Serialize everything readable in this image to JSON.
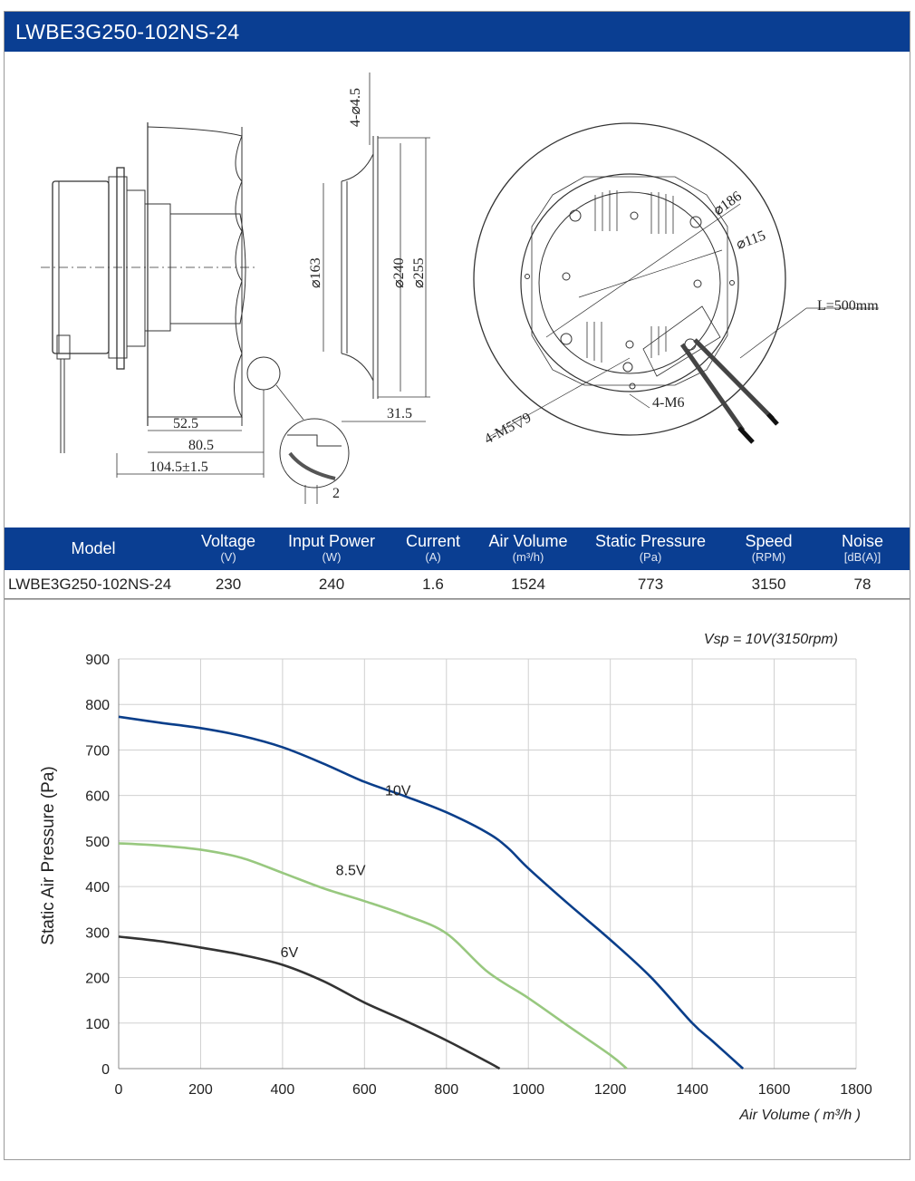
{
  "title": "LWBE3G250-102NS-24",
  "drawing": {
    "side_view": {
      "d1": "52.5",
      "d2": "80.5",
      "d3": "104.5±1.5",
      "detail": "2"
    },
    "section_view": {
      "hole": "4-⌀4.5",
      "inlet_dia": "⌀163",
      "d240": "⌀240",
      "d255": "⌀255",
      "depth": "31.5"
    },
    "front_view": {
      "d186": "⌀186",
      "d115": "⌀115",
      "cable": "L=500mm",
      "m6": "4-M6",
      "m5": "4-M5▽9"
    }
  },
  "table": {
    "headers": [
      {
        "name": "Model",
        "unit": ""
      },
      {
        "name": "Voltage",
        "unit": "(V)"
      },
      {
        "name": "Input Power",
        "unit": "(W)"
      },
      {
        "name": "Current",
        "unit": "(A)"
      },
      {
        "name": "Air Volume",
        "unit": "(m³/h)"
      },
      {
        "name": "Static Pressure",
        "unit": "(Pa)"
      },
      {
        "name": "Speed",
        "unit": "(RPM)"
      },
      {
        "name": "Noise",
        "unit": "[dB(A)]"
      }
    ],
    "row": [
      "LWBE3G250-102NS-24",
      "230",
      "240",
      "1.6",
      "1524",
      "773",
      "3150",
      "78"
    ]
  },
  "chart_data": {
    "type": "line",
    "annotation": "Vsp = 10V(3150rpm)",
    "xlabel": "Air Volume ( m³/h )",
    "ylabel": "Static Air Pressure  (Pa)",
    "xlim": [
      0,
      1800
    ],
    "ylim": [
      0,
      900
    ],
    "xticks": [
      0,
      200,
      400,
      600,
      800,
      1000,
      1200,
      1400,
      1600,
      1800
    ],
    "yticks": [
      0,
      100,
      200,
      300,
      400,
      500,
      600,
      700,
      800,
      900
    ],
    "grid": true,
    "series": [
      {
        "name": "10V",
        "color": "#0a3e8a",
        "x": [
          0,
          100,
          200,
          300,
          400,
          500,
          600,
          700,
          800,
          900,
          950,
          1000,
          1100,
          1200,
          1300,
          1400,
          1450,
          1524
        ],
        "y": [
          773,
          760,
          748,
          731,
          706,
          670,
          630,
          598,
          563,
          518,
          485,
          440,
          360,
          283,
          200,
          100,
          60,
          0
        ],
        "label_at": [
          650,
          600
        ]
      },
      {
        "name": "8.5V",
        "color": "#98c87f",
        "x": [
          0,
          100,
          200,
          300,
          400,
          500,
          600,
          700,
          800,
          900,
          1000,
          1100,
          1200,
          1240
        ],
        "y": [
          495,
          490,
          481,
          463,
          430,
          396,
          368,
          337,
          297,
          213,
          155,
          92,
          30,
          0
        ],
        "label_at": [
          530,
          425
        ]
      },
      {
        "name": "6V",
        "color": "#333333",
        "x": [
          0,
          100,
          200,
          300,
          400,
          500,
          600,
          700,
          800,
          900,
          930
        ],
        "y": [
          290,
          280,
          266,
          250,
          228,
          192,
          145,
          105,
          62,
          15,
          0
        ],
        "label_at": [
          395,
          245
        ]
      }
    ]
  }
}
